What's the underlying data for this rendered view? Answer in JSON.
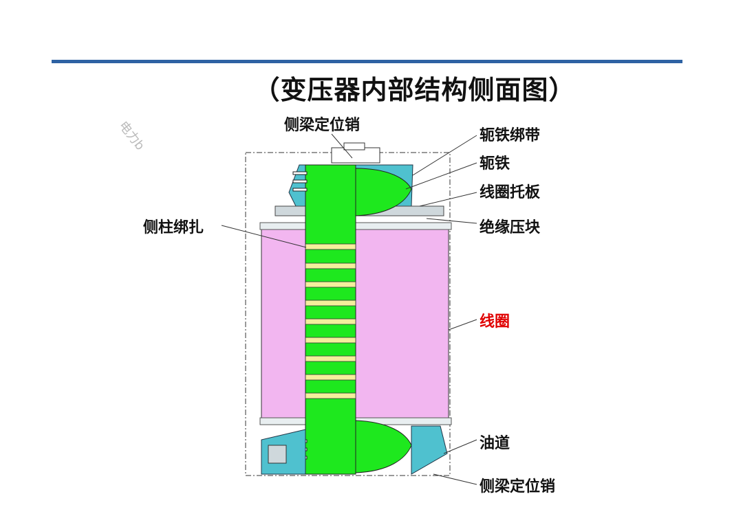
{
  "title": "（变压器内部结构侧面图）",
  "watermark": "电力b",
  "labels": {
    "top_pin": "侧梁定位销",
    "yoke_band": "轭铁绑带",
    "yoke": "轭铁",
    "coil_plate": "线圈托板",
    "side_binding": "侧柱绑扎",
    "insulation_block": "绝缘压块",
    "coil": "线圈",
    "oil_duct": "油道",
    "bottom_pin": "侧梁定位销"
  },
  "colors": {
    "rule": "#2e62a3",
    "core": "#1ee81e",
    "coil": "#f2b6f0",
    "clamp": "#4fc1cf",
    "spacer": "#f4ef9c",
    "highlight_label": "#e00000"
  }
}
